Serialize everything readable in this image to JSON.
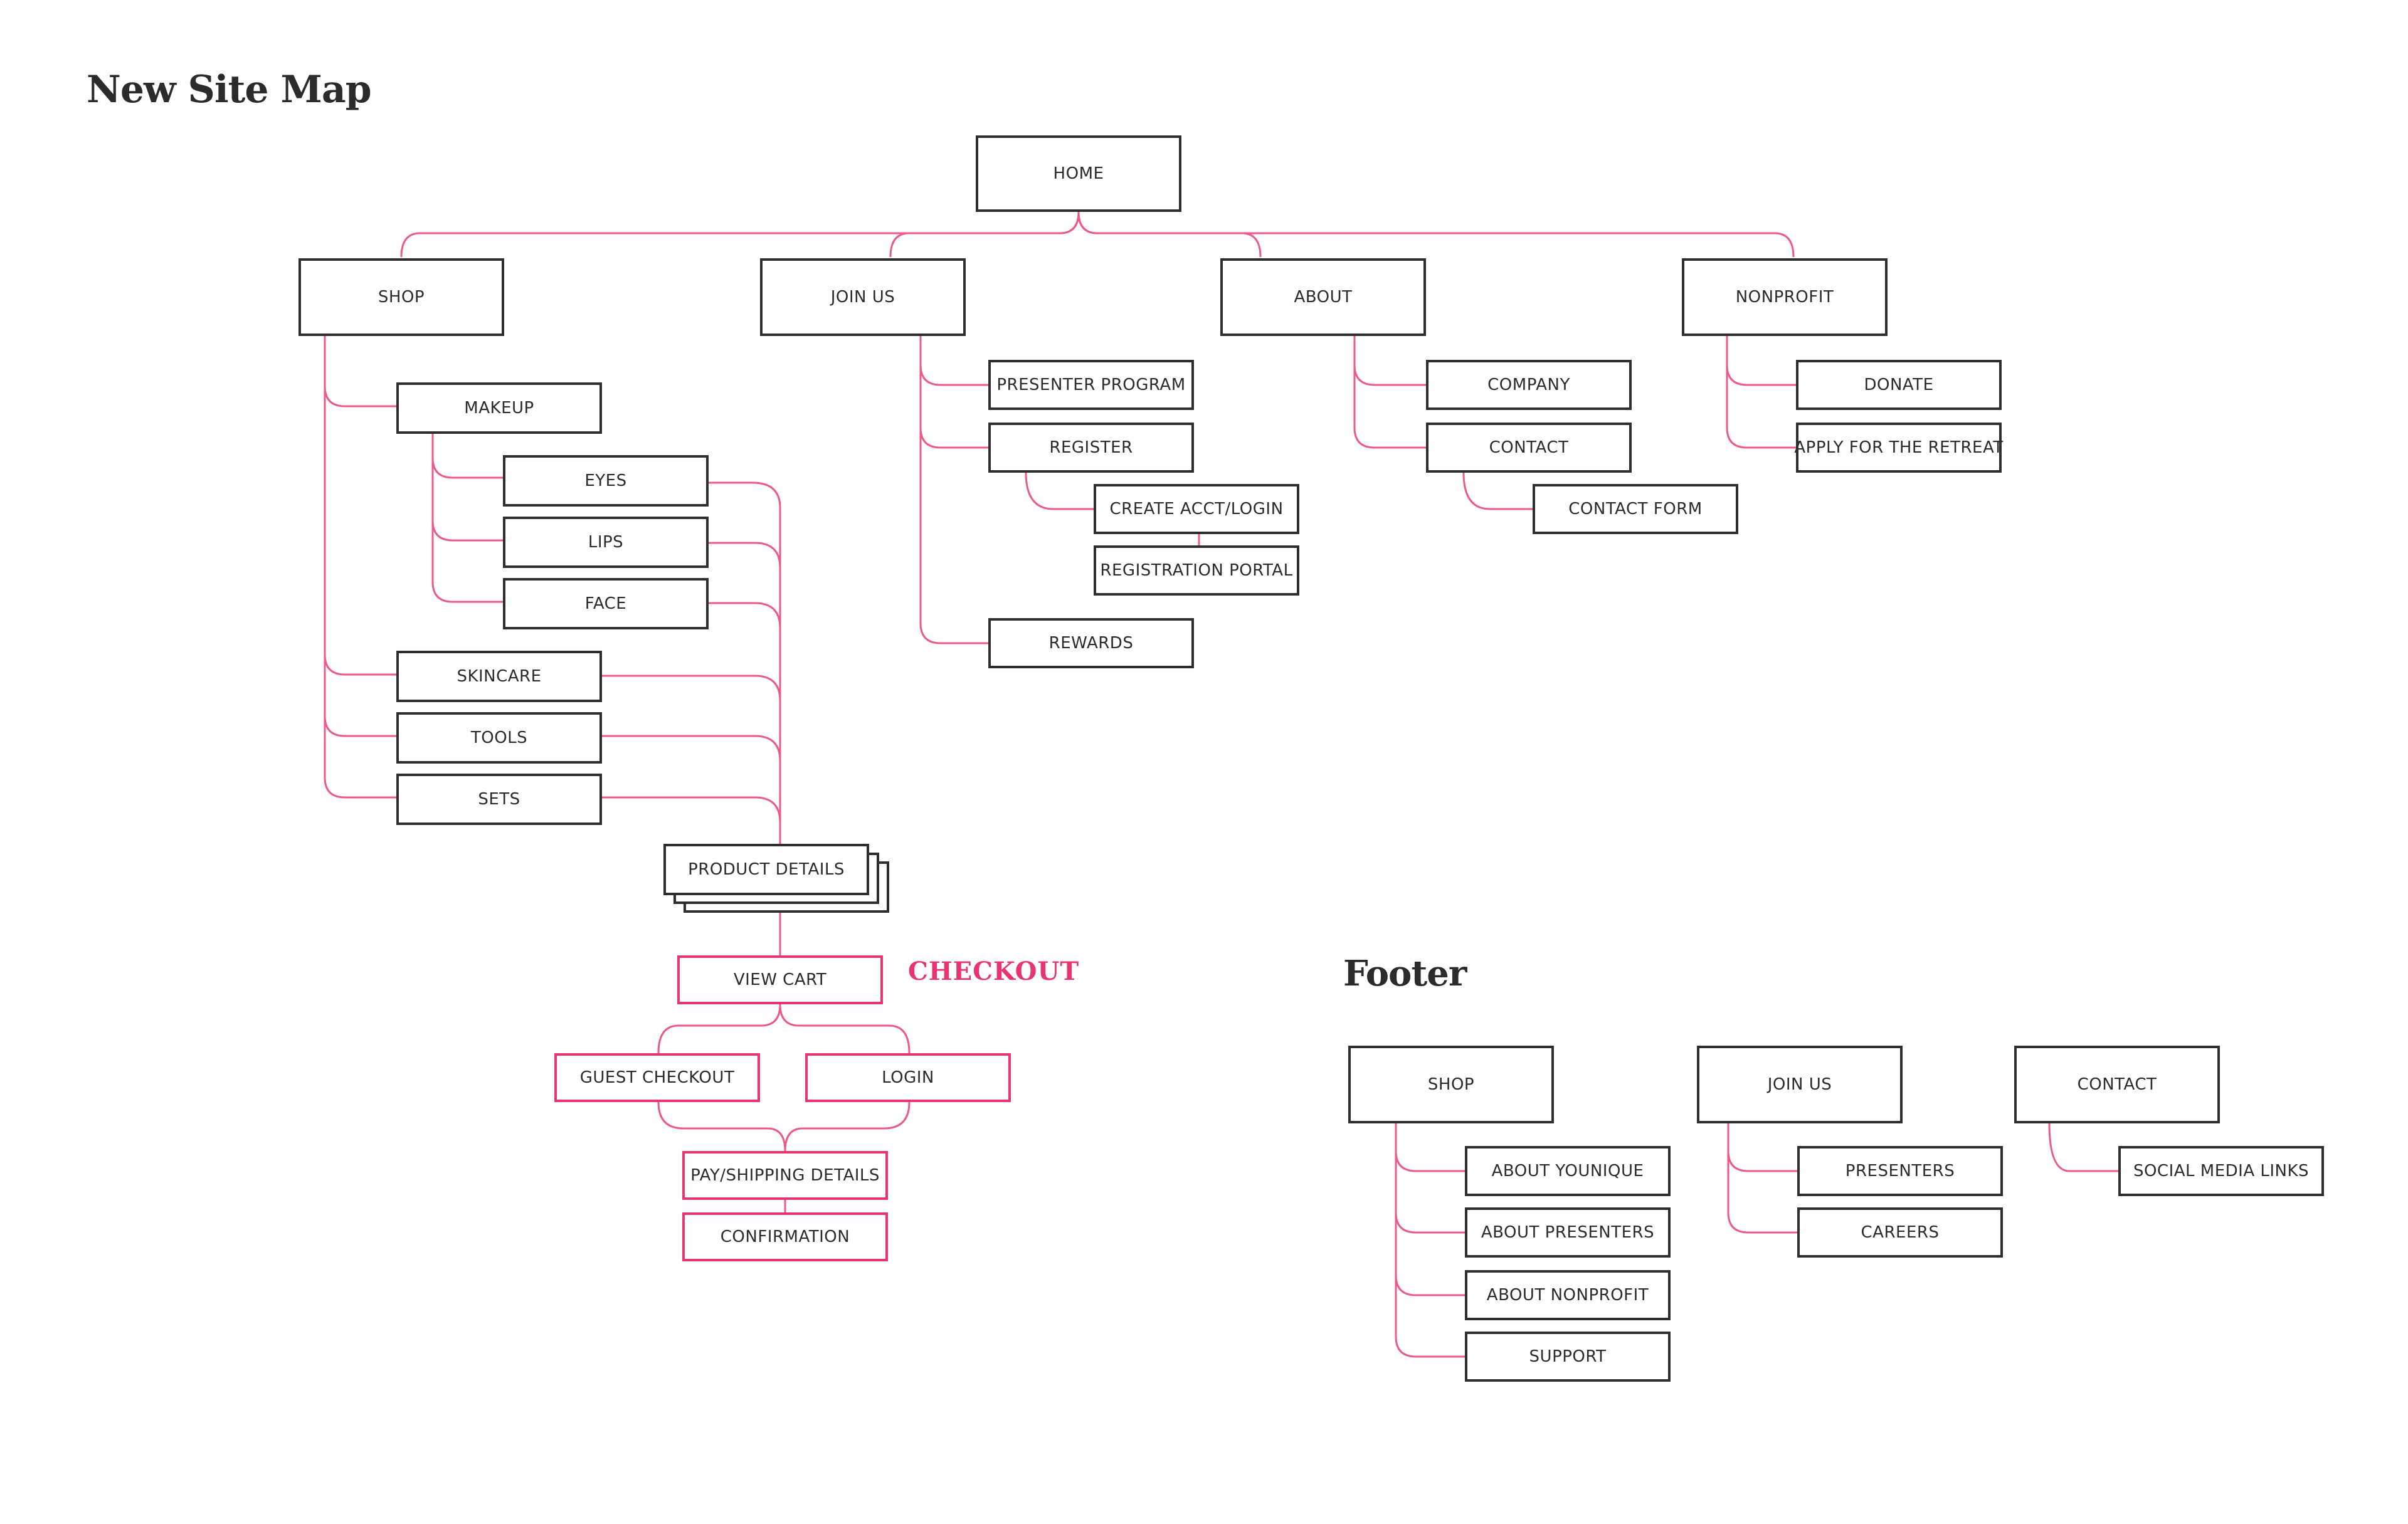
{
  "titles": {
    "main": "New Site Map",
    "checkout": "CHECKOUT",
    "footer": "Footer"
  },
  "nodes": {
    "home": "HOME",
    "shop": "SHOP",
    "join_us": "JOIN US",
    "about": "ABOUT",
    "nonprofit": "NONPROFIT",
    "makeup": "MAKEUP",
    "eyes": "EYES",
    "lips": "LIPS",
    "face": "FACE",
    "skincare": "SKINCARE",
    "tools": "TOOLS",
    "sets": "SETS",
    "product_details": "PRODUCT DETAILS",
    "presenter_program": "PRESENTER PROGRAM",
    "register": "REGISTER",
    "create_acct_login": "CREATE ACCT/LOGIN",
    "registration_portal": "REGISTRATION PORTAL",
    "rewards": "REWARDS",
    "company": "COMPANY",
    "contact": "CONTACT",
    "contact_form": "CONTACT FORM",
    "donate": "DONATE",
    "apply_retreat": "APPLY FOR THE RETREAT",
    "view_cart": "VIEW CART",
    "guest_checkout": "GUEST CHECKOUT",
    "login": "LOGIN",
    "pay_shipping": "PAY/SHIPPING DETAILS",
    "confirmation": "CONFIRMATION"
  },
  "footer_nodes": {
    "shop": "SHOP",
    "join_us": "JOIN US",
    "contact": "CONTACT",
    "about_younique": "ABOUT YOUNIQUE",
    "about_presenters": "ABOUT PRESENTERS",
    "about_nonprofit": "ABOUT NONPROFIT",
    "support": "SUPPORT",
    "presenters": "PRESENTERS",
    "careers": "CAREERS",
    "social_media_links": "SOCIAL MEDIA LINKS"
  },
  "colors": {
    "accent": "#e8356d",
    "connector": "#ec5a8a",
    "box_border": "#2e2e2e",
    "text": "#2b2b2b"
  }
}
